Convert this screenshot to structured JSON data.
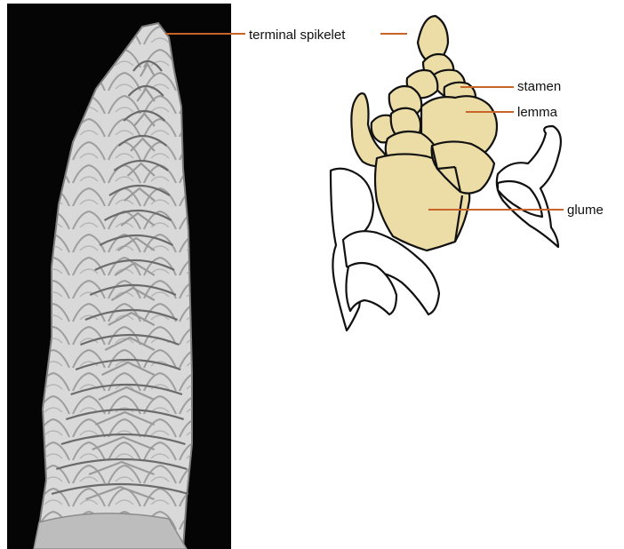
{
  "labels": {
    "terminal_spikelet": "terminal spikelet",
    "stamen": "stamen",
    "lemma": "lemma",
    "glume": "glume"
  },
  "colors": {
    "photo_background": "#050505",
    "spike_fill": "#d9d9d9",
    "spike_shadow": "#7d7d7d",
    "drawing_fill": "#ecdca6",
    "drawing_outline": "#111111",
    "leader_line": "#c8642a",
    "label_text": "#111111"
  }
}
